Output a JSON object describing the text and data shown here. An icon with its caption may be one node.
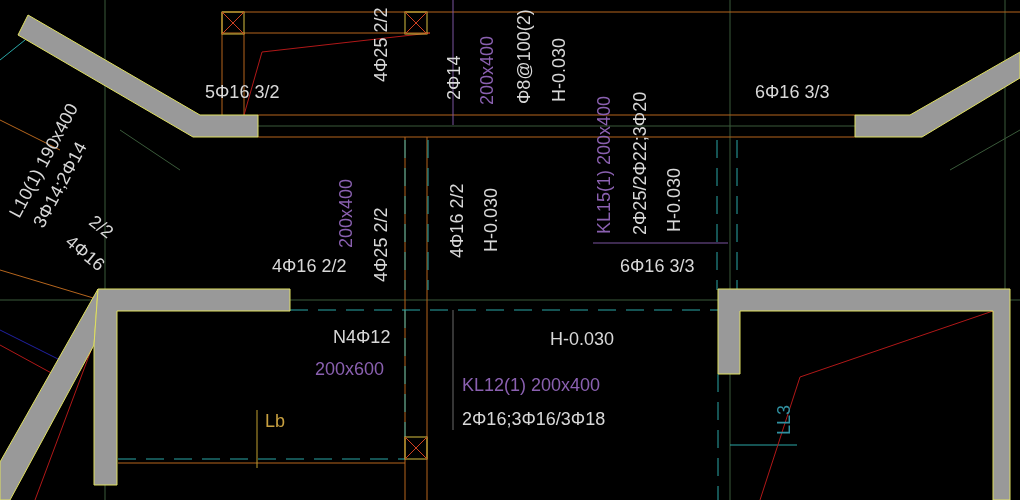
{
  "diagram": {
    "labels": [
      "5Φ16 3/2",
      "4Φ25 2/2",
      "2Φ14",
      "200x400",
      "Φ8@100(2)",
      "H-0.030",
      "6Φ16 3/3",
      "L10(1) 190x400",
      "3Φ14;2Φ14",
      "2/2",
      "4Φ16",
      "200x400",
      "4Φ25 2/2",
      "4Φ16 2/2",
      "H-0.030",
      "KL15(1) 200x400",
      "2Φ25/2Φ22;3Φ20",
      "H-0.030",
      "4Φ16 2/2",
      "6Φ16 3/3",
      "N4Φ12",
      "200x600",
      "H-0.030",
      "KL12(1) 200x400",
      "Lb",
      "2Φ16;3Φ16/3Φ18",
      "LL3"
    ]
  }
}
